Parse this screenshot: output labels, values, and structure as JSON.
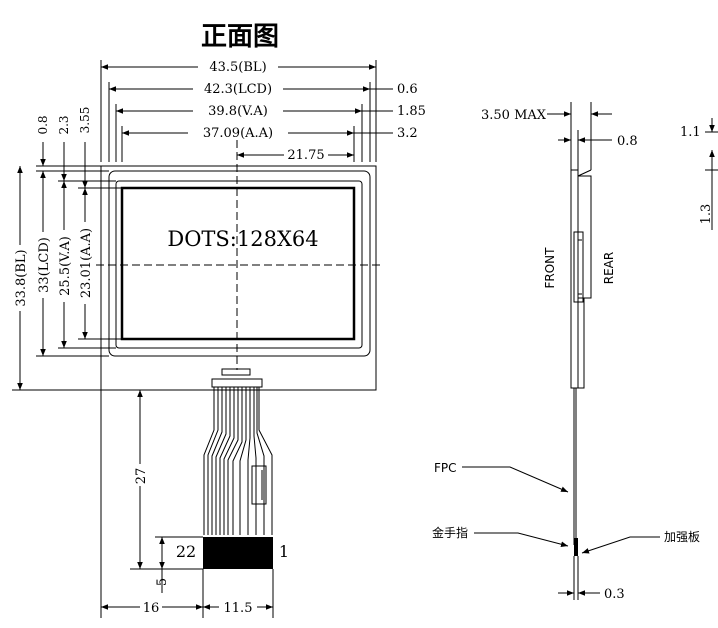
{
  "title": "正面图",
  "front": {
    "dots": "DOTS:128X64",
    "pins": {
      "left": "22",
      "right": "1"
    },
    "top_dims": [
      {
        "label": "43.5(BL)"
      },
      {
        "label": "42.3(LCD)",
        "right": "0.6"
      },
      {
        "label": "39.8(V.A)",
        "right": "1.85"
      },
      {
        "label": "37.09(A.A)",
        "right": "3.2"
      },
      {
        "label": "21.75"
      }
    ],
    "left_small": [
      "0.8",
      "2.3",
      "3.55"
    ],
    "left_dims": [
      "33.8(BL)",
      "33(LCD)",
      "25.5(V.A)",
      "23.01(A.A)"
    ],
    "fpc_length": "27",
    "finger_height": "5",
    "bottom_dims": [
      "16",
      "11.5"
    ]
  },
  "side": {
    "max_thickness": "3.50 MAX",
    "glass": "0.8",
    "front": "FRONT",
    "rear": "REAR",
    "fpc": "FPC",
    "gold_finger": "金手指",
    "stiffener": "加强板",
    "fpc_thickness": "0.3",
    "detail_top": "1.1",
    "detail_bottom": "1.3"
  }
}
